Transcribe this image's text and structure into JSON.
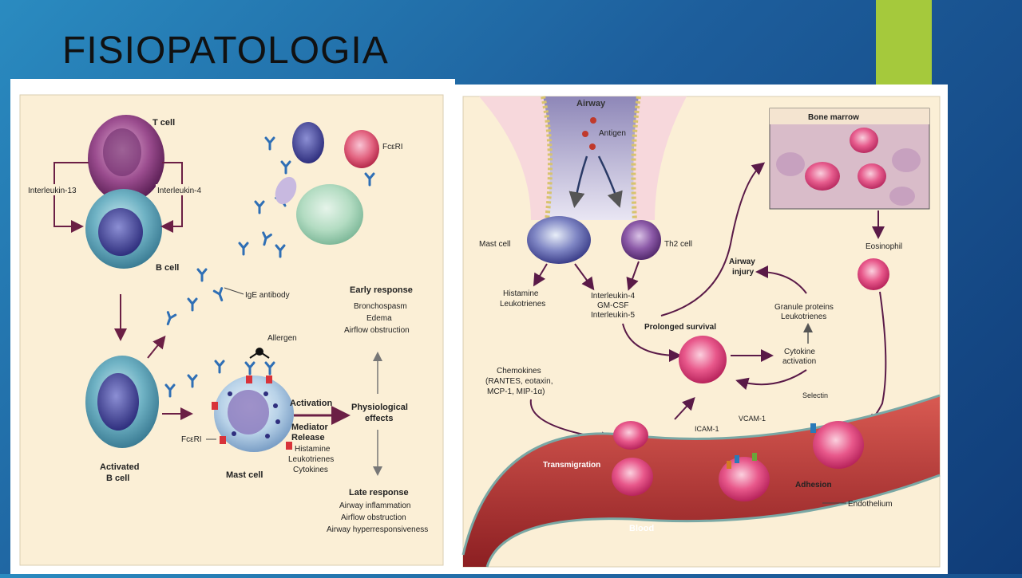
{
  "slide": {
    "title": "FISIOPATOLOGIA",
    "accent_color": "#a5c93c",
    "background_colors": [
      "#2a8bc0",
      "#103c78"
    ]
  },
  "left_diagram": {
    "t_cell": "T cell",
    "interleukin_13": "Interleukin-13",
    "interleukin_4": "Interleukin-4",
    "b_cell": "B cell",
    "ige_antibody": "IgE antibody",
    "fceri_top": "FcεRI",
    "allergen": "Allergen",
    "activated_b_cell_1": "Activated",
    "activated_b_cell_2": "B cell",
    "fceri": "FcεRI",
    "mast_cell": "Mast cell",
    "activation": "Activation",
    "mediator_1": "Mediator",
    "mediator_2": "Release",
    "mediators": [
      "Histamine",
      "Leukotrienes",
      "Cytokines"
    ],
    "physiological_1": "Physiological",
    "physiological_2": "effects",
    "early_response": "Early response",
    "early_items": [
      "Bronchospasm",
      "Edema",
      "Airflow obstruction"
    ],
    "late_response": "Late response",
    "late_items": [
      "Airway inflammation",
      "Airflow obstruction",
      "Airway hyperresponsiveness"
    ]
  },
  "right_diagram": {
    "airway": "Airway",
    "antigen": "Antigen",
    "bone_marrow": "Bone marrow",
    "mast_cell": "Mast cell",
    "th2_cell": "Th2 cell",
    "eosinophil": "Eosinophil",
    "mast_products": [
      "Histamine",
      "Leukotrienes"
    ],
    "cytokines": [
      "Interleukin-4",
      "GM-CSF",
      "Interleukin-5"
    ],
    "airway_injury_1": "Airway",
    "airway_injury_2": "injury",
    "granule_proteins": [
      "Granule proteins",
      "Leukotrienes"
    ],
    "prolonged_survival": "Prolonged survival",
    "cytokine_activation": [
      "Cytokine",
      "activation"
    ],
    "chemokines": [
      "Chemokines",
      "(RANTES, eotaxin,",
      "MCP-1, MIP-1α)"
    ],
    "selectin": "Selectin",
    "vcam": "VCAM-1",
    "icam": "ICAM-1",
    "transmigration": "Transmigration",
    "adhesion": "Adhesion",
    "endothelium": "Endothelium",
    "blood": "Blood"
  }
}
